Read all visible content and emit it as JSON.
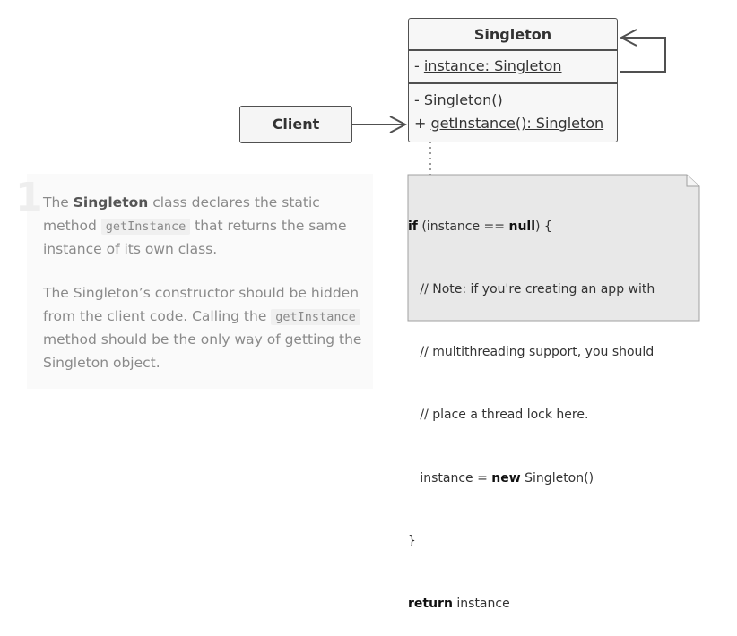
{
  "uml": {
    "class_name": "Singleton",
    "field_prefix": "- ",
    "field": "instance: Singleton",
    "method1": "- Singleton()",
    "method2_prefix": "+ ",
    "method2": "getInstance(): Singleton"
  },
  "client": {
    "label": "Client"
  },
  "note": {
    "line1_kw": "if",
    "line1_a": " (instance == ",
    "line1_null": "null",
    "line1_b": ") {",
    "line2": "   // Note: if you're creating an app with",
    "line3": "   // multithreading support, you should",
    "line4": "   // place a thread lock here.",
    "line5_a": "   instance = ",
    "line5_new": "new",
    "line5_b": " Singleton()",
    "line6": "}",
    "line7_kw": "return",
    "line7_b": " instance"
  },
  "description": {
    "step_number": "1",
    "p1_a": "The ",
    "p1_bold": "Singleton",
    "p1_b": " class declares the static method ",
    "p1_code": "getInstance",
    "p1_c": " that returns the same instance of its own class.",
    "p2_a": "The Singleton’s constructor should be hidden from the client code. Calling the ",
    "p2_code": "getInstance",
    "p2_b": " method should be the only way of getting the Singleton object."
  },
  "colors": {
    "box_border": "#505050",
    "box_fill": "#f7f7f7",
    "note_border": "#a0a0a0",
    "note_fill": "#e8e8e8",
    "panel_fill": "#fafafa",
    "text_muted": "#8a8a8a"
  }
}
